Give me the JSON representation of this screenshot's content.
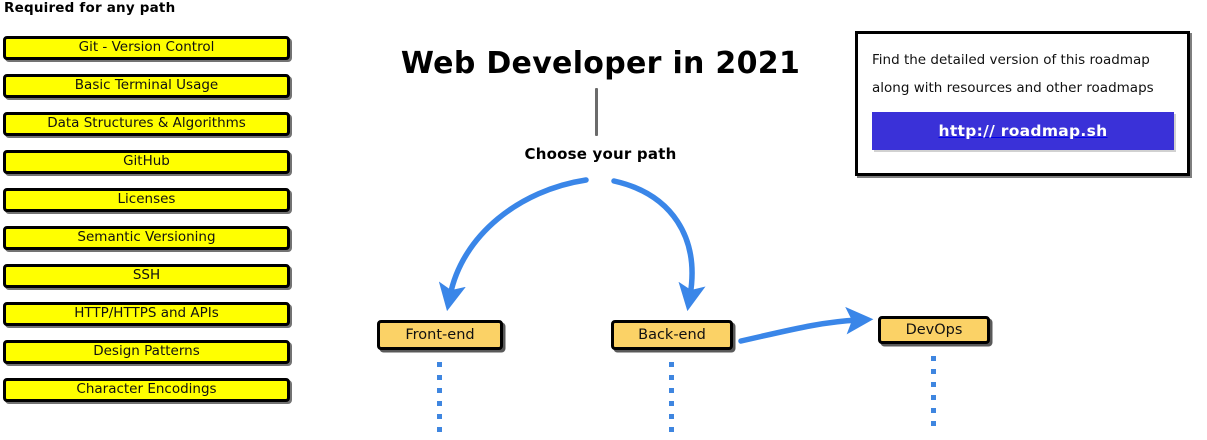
{
  "required_section": {
    "heading": "Required for any path",
    "items": [
      {
        "label": "Git - Version Control"
      },
      {
        "label": "Basic Terminal Usage"
      },
      {
        "label": "Data Structures & Algorithms"
      },
      {
        "label": "GitHub"
      },
      {
        "label": "Licenses"
      },
      {
        "label": "Semantic Versioning"
      },
      {
        "label": "SSH"
      },
      {
        "label": "HTTP/HTTPS and APIs"
      },
      {
        "label": "Design Patterns"
      },
      {
        "label": "Character Encodings"
      }
    ]
  },
  "diagram": {
    "title": "Web Developer in 2021",
    "choose_path_label": "Choose your path",
    "nodes": [
      {
        "id": "frontend",
        "label": "Front-end"
      },
      {
        "id": "backend",
        "label": "Back-end"
      },
      {
        "id": "devops",
        "label": "DevOps"
      }
    ],
    "connectors": [
      {
        "from": "choose-your-path",
        "to": "frontend",
        "style": "curved-arrow"
      },
      {
        "from": "choose-your-path",
        "to": "backend",
        "style": "curved-arrow"
      },
      {
        "from": "backend",
        "to": "devops",
        "style": "curved-arrow"
      },
      {
        "from": "frontend",
        "to": "continues-below",
        "style": "dotted"
      },
      {
        "from": "backend",
        "to": "continues-below",
        "style": "dotted"
      },
      {
        "from": "devops",
        "to": "continues-below",
        "style": "dotted"
      }
    ]
  },
  "promo": {
    "line_1": "Find the detailed version of this roadmap",
    "line_2": "along with resources and other roadmaps",
    "button_label": "http:// roadmap.sh"
  },
  "colors": {
    "required_box_fill": "#ffff00",
    "node_box_fill": "#fbd266",
    "arrow_blue": "#3a86e8",
    "dot_blue": "#3f86e0",
    "promo_button_fill": "#3a31d8",
    "stem_gray": "#6b6b6b",
    "outline_black": "#000000",
    "page_background": "#ffffff"
  }
}
